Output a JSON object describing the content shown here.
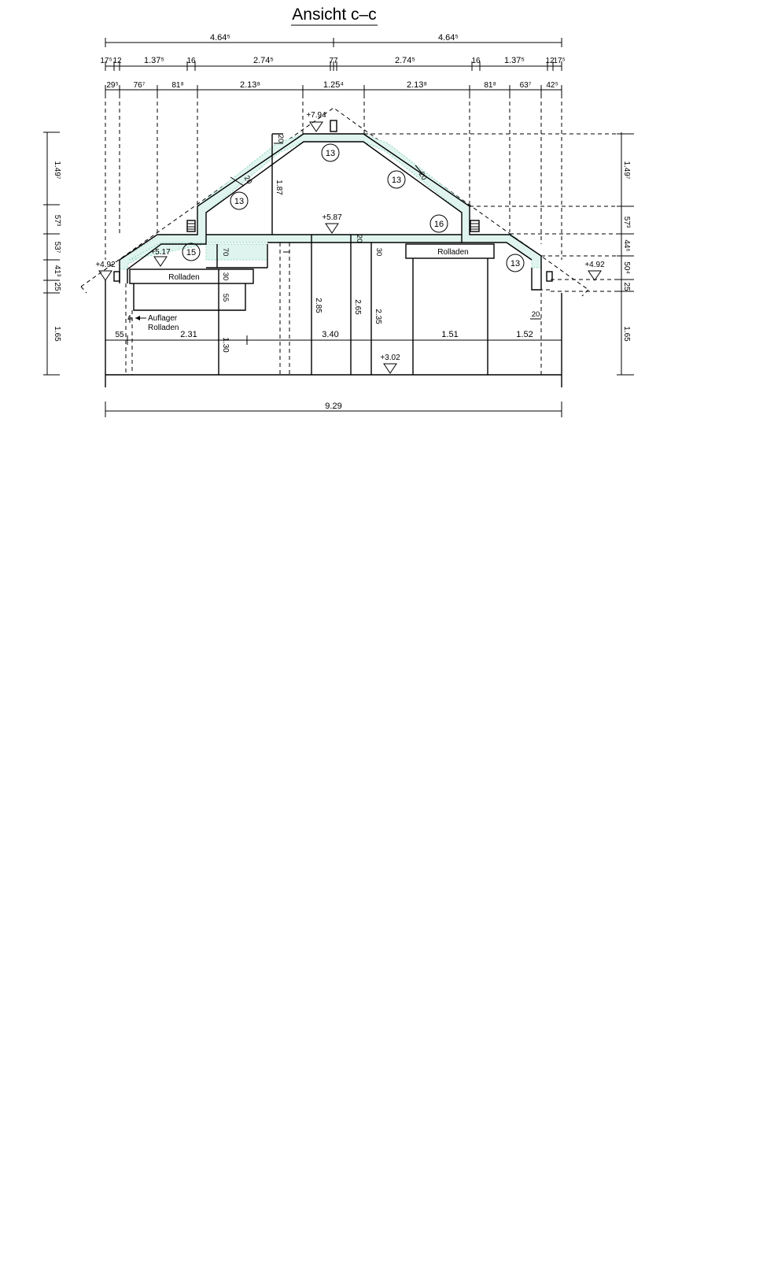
{
  "title": "Ansicht c–c",
  "dims_top1": [
    "4.64⁵",
    "4.64⁵"
  ],
  "dims_top2": [
    "17⁵",
    "12",
    "1.37⁵",
    "16",
    "2.74⁵",
    "77",
    "2.74⁵",
    "16",
    "1.37⁵",
    "12",
    "17⁵"
  ],
  "dims_top3": [
    "29⁵",
    "76⁷",
    "81⁸",
    "2.13⁸",
    "1.25⁴",
    "2.13⁸",
    "81⁸",
    "63⁷",
    "42⁵"
  ],
  "dims_left": [
    "1.49⁷",
    "57³",
    "53⁷",
    "41³",
    "25",
    "1.65"
  ],
  "dims_right": [
    "1.49⁷",
    "57³",
    "44⁶",
    "50⁴",
    "25",
    "1.65"
  ],
  "levels": [
    "+7.94",
    "+5.87",
    "+5.17",
    "+4.92",
    "+4.92",
    "+3.02"
  ],
  "markers": [
    "13",
    "13",
    "13",
    "16",
    "15",
    "13"
  ],
  "labels": {
    "rolladen_left": "Rolladen",
    "rolladen_right": "Rolladen",
    "auflager_1": "Auflager",
    "auflager_2": "Rolladen"
  },
  "inner_dims": [
    "20",
    "20",
    "20",
    "1.87",
    "20",
    "30",
    "70",
    "30",
    "55",
    "2.85",
    "2.65",
    "2.35",
    "1.30",
    "20",
    "4"
  ],
  "bottom_dims": [
    "55",
    "2.31",
    "3.40",
    "1.51",
    "1.52"
  ],
  "total_width": "9.29"
}
